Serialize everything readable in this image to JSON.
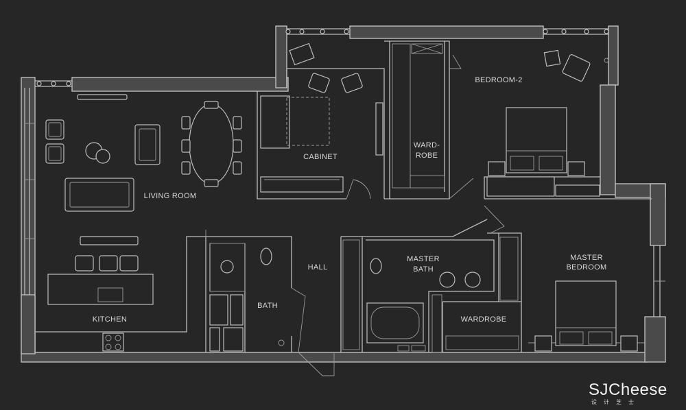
{
  "rooms": {
    "living_room": "LIVING ROOM",
    "kitchen": "KITCHEN",
    "cabinet": "CABINET",
    "wardrobe_top_line1": "WARD-",
    "wardrobe_top_line2": "ROBE",
    "bedroom_2": "BEDROOM-2",
    "hall": "HALL",
    "bath": "BATH",
    "master_bath_line1": "MASTER",
    "master_bath_line2": "BATH",
    "master_bedroom_line1": "MASTER",
    "master_bedroom_line2": "BEDROOM",
    "wardrobe": "WARDROBE"
  },
  "watermark": {
    "brand": "SJCheese",
    "subtitle": "设计芝士"
  },
  "colors": {
    "background": "#262626",
    "wall_fill": "#4a4a4a",
    "line": "#bdbdbd"
  }
}
